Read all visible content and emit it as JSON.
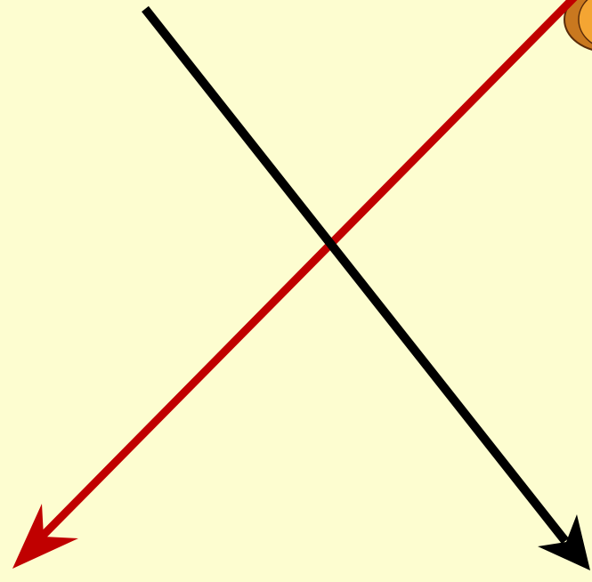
{
  "colors": {
    "background": "#fdfdd0",
    "red_arrow": "#c00000",
    "black_arrow": "#000000",
    "node_fill": "#f4a533",
    "node_shadow": "#c9781f",
    "node_stroke": "#5a2c0a"
  },
  "diagram": {
    "arrows": [
      {
        "name": "red-arrow",
        "color": "red_arrow",
        "direction": "down-left"
      },
      {
        "name": "black-arrow",
        "color": "black_arrow",
        "direction": "down-right"
      }
    ],
    "nodes": [
      {
        "name": "orange-node",
        "shape": "circle",
        "partially_visible": true
      }
    ]
  }
}
